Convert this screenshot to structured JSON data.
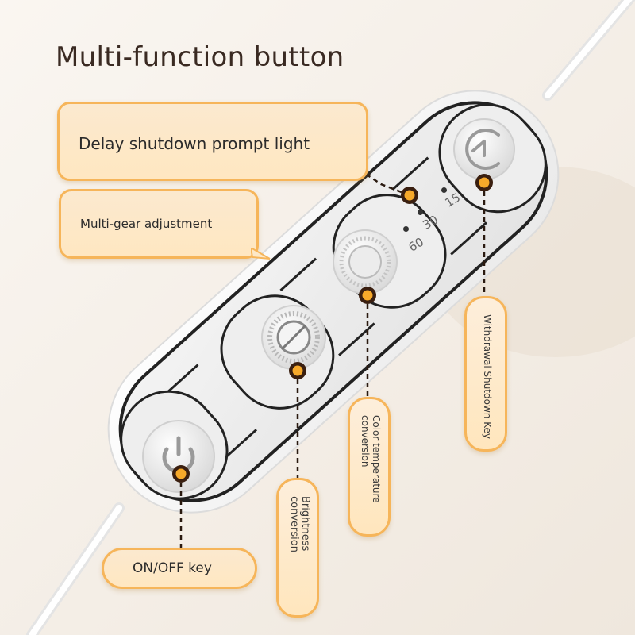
{
  "title": "Multi-function button",
  "callouts": {
    "delay_shutdown": "Delay shutdown prompt light",
    "multi_gear": "Multi-gear adjustment",
    "on_off": "ON/OFF key",
    "brightness_line1": "Brightness",
    "brightness_line2": "conversion",
    "color_temp_line1": "Color temperature",
    "color_temp_line2": "conversion",
    "withdrawal": "Withdrawal Shutdown Key"
  },
  "timer_labels": [
    "15",
    "30",
    "60"
  ],
  "colors": {
    "accent": "#f6b55a",
    "bubble_fill": "#fde8c8",
    "dot_outer": "#3a1f10",
    "dot_inner": "#f7a92a",
    "title": "#3a2a22"
  }
}
